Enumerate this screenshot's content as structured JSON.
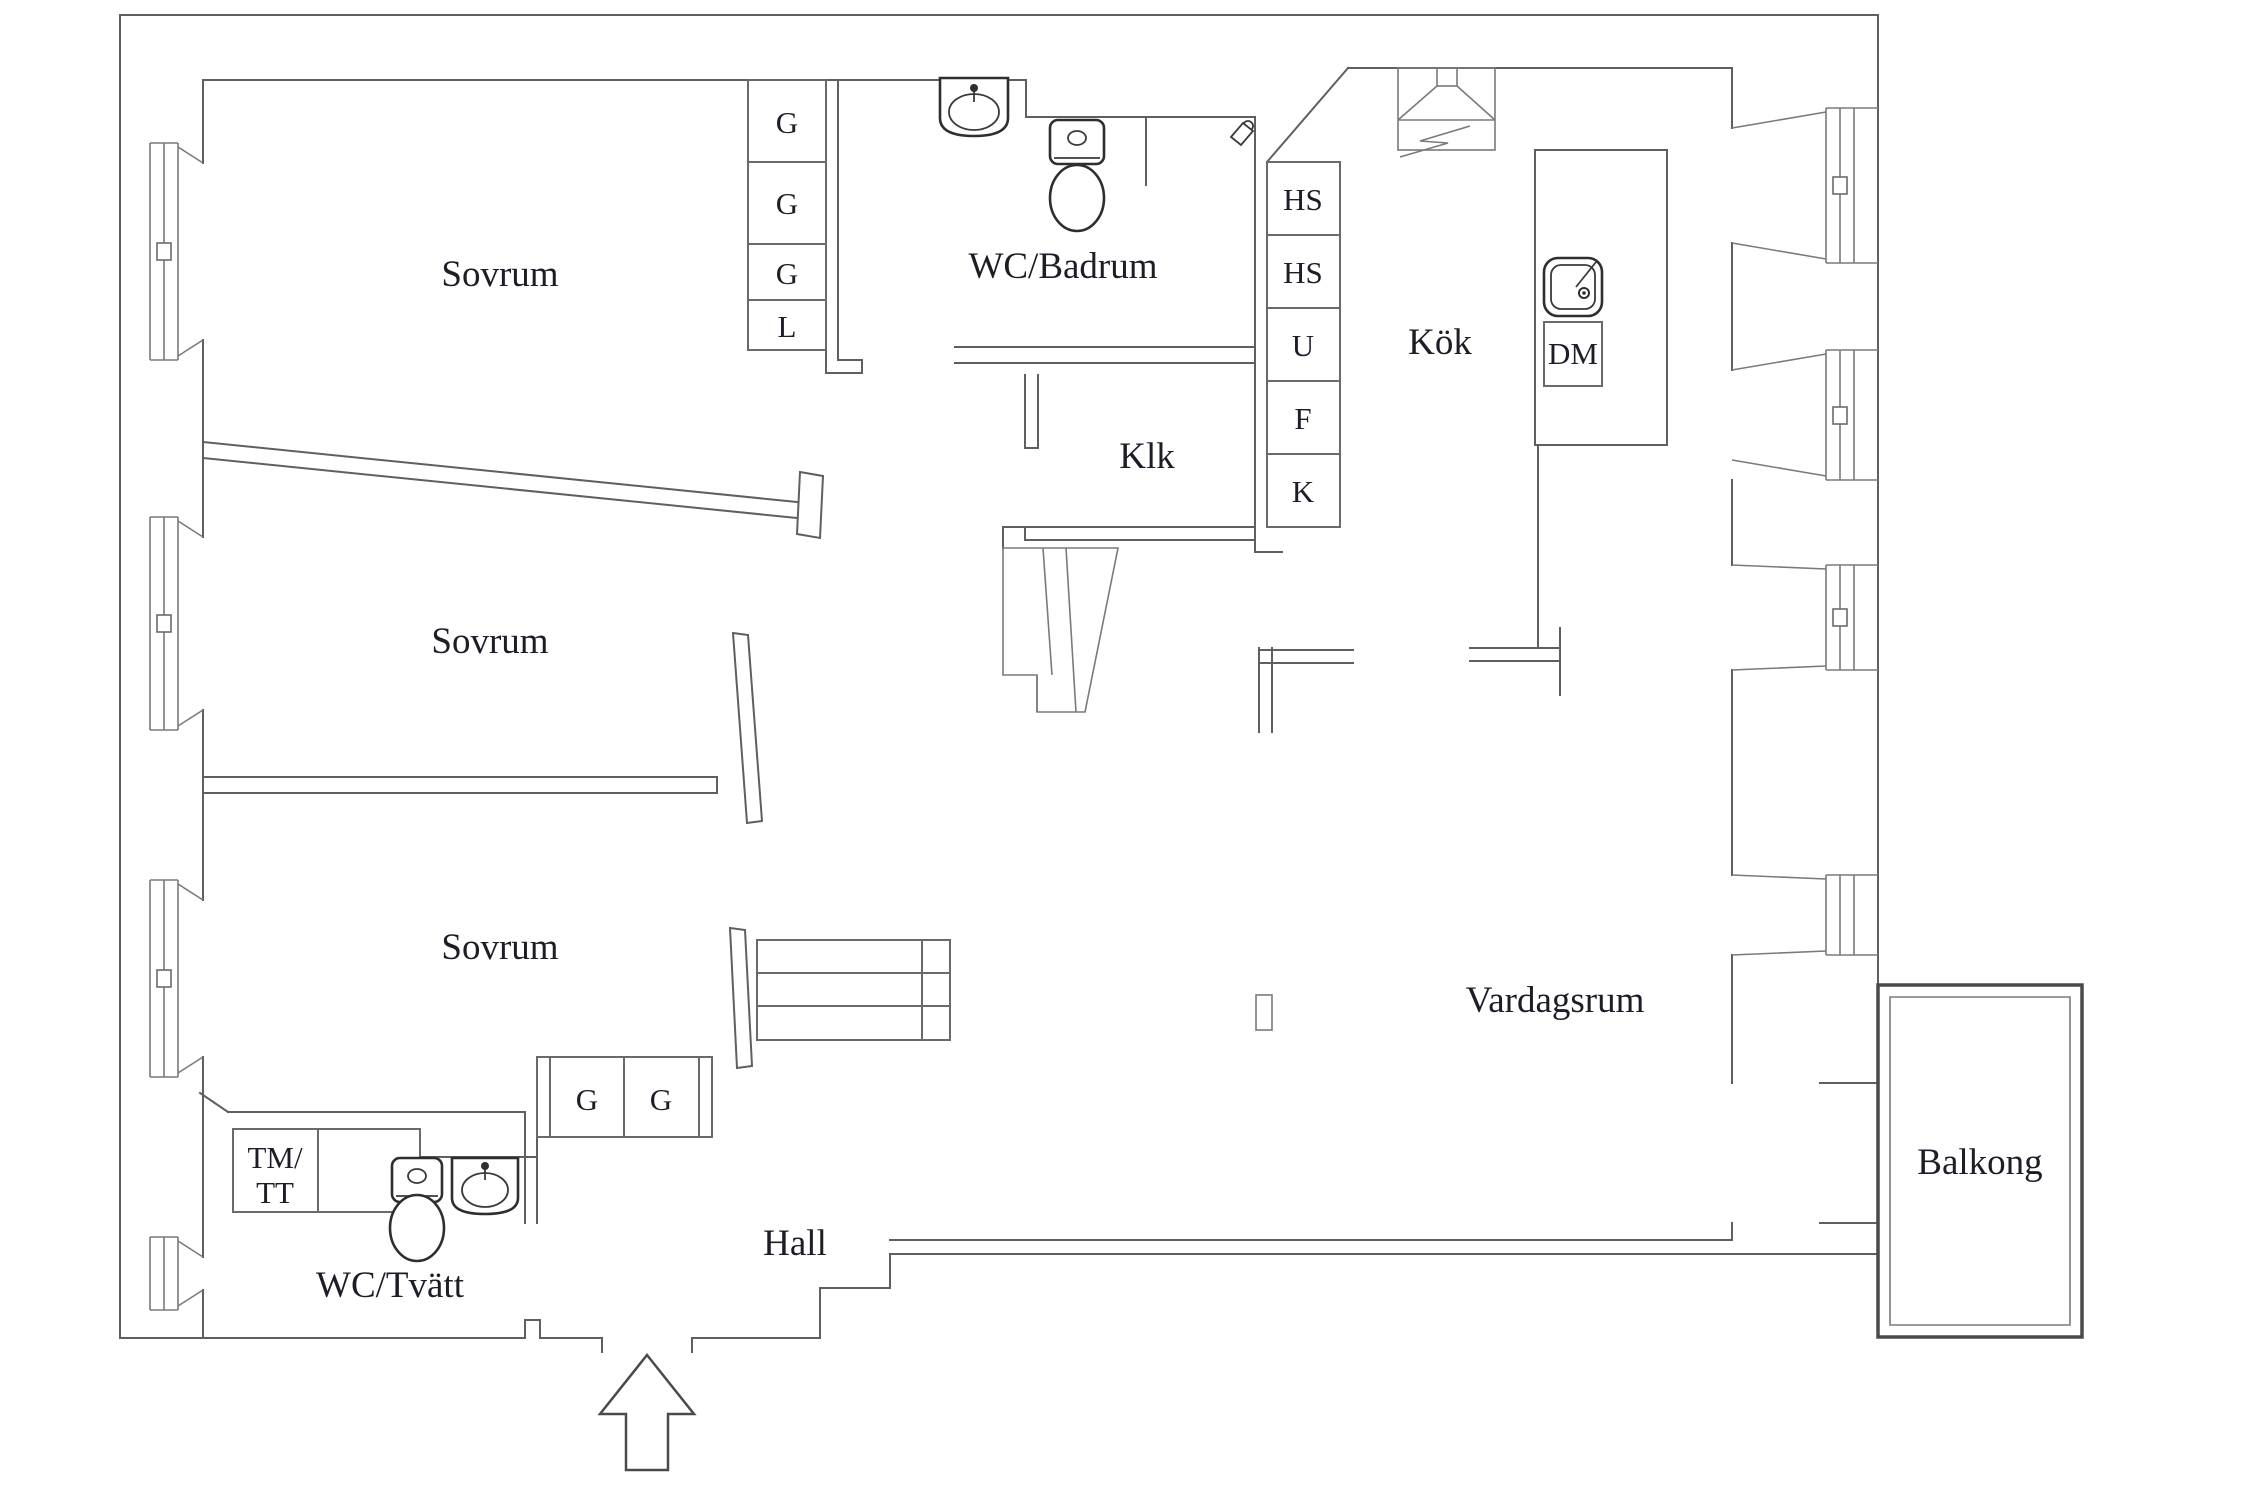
{
  "rooms": {
    "sovrum_1": {
      "label": "Sovrum"
    },
    "sovrum_2": {
      "label": "Sovrum"
    },
    "sovrum_3": {
      "label": "Sovrum"
    },
    "wc_badrum": {
      "label": "WC/Badrum"
    },
    "klk": {
      "label": "Klk"
    },
    "kok": {
      "label": "Kök"
    },
    "vardagsrum": {
      "label": "Vardagsrum"
    },
    "hall": {
      "label": "Hall"
    },
    "wc_tvatt": {
      "label": "WC/Tvätt"
    },
    "balkong": {
      "label": "Balkong"
    }
  },
  "cabinets": {
    "g1": "G",
    "g2": "G",
    "g3": "G",
    "l": "L",
    "hs1": "HS",
    "hs2": "HS",
    "u": "U",
    "f": "F",
    "k": "K",
    "dm": "DM",
    "tm": "TM/",
    "tt": "TT",
    "g_hall_1": "G",
    "g_hall_2": "G"
  },
  "colors": {
    "wall": "#5f5f5f",
    "fixture": "#2e2e2e",
    "text": "#1d1d28",
    "background": "#ffffff"
  }
}
